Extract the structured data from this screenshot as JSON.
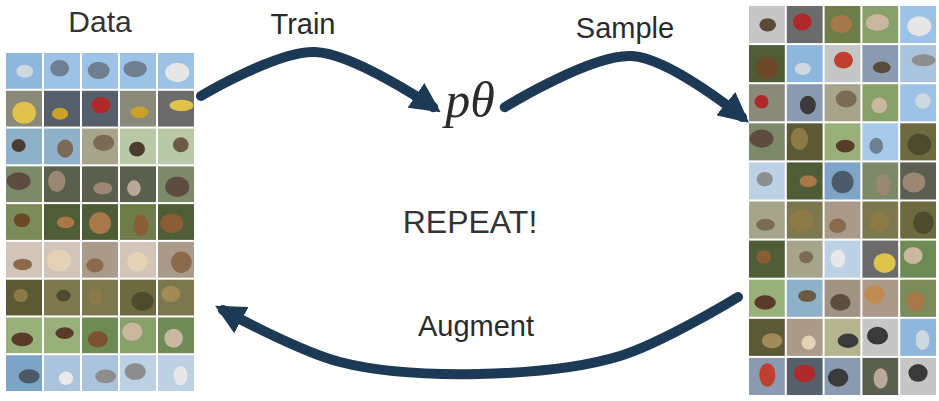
{
  "diagram": {
    "nodes": [
      {
        "text": [
          "Data"
        ]
      },
      {
        "text": [
          "pθ"
        ]
      },
      {
        "text": []
      }
    ],
    "edges": [
      {
        "from": 0,
        "to": 1,
        "arrow": "to",
        "label": "Train"
      },
      {
        "from": 1,
        "to": 2,
        "arrow": "to",
        "label": "Sample"
      },
      {
        "from": 2,
        "to": 0,
        "arrow": "to",
        "label": "Augment"
      }
    ],
    "labels": [
      "REPEAT!"
    ]
  }
}
